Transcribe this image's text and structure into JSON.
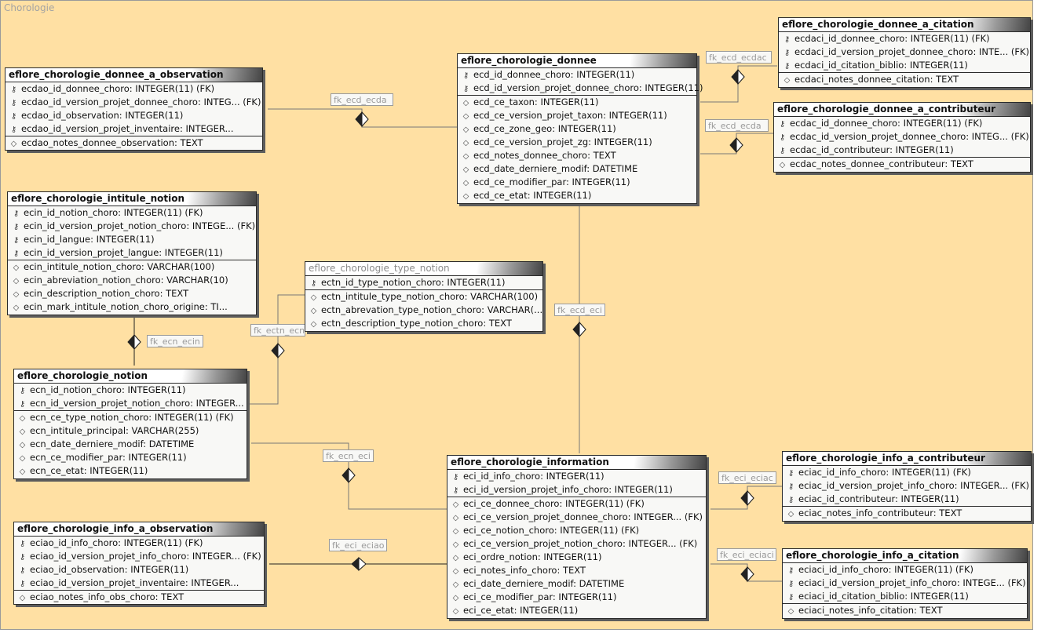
{
  "diagram": {
    "title": "Chorologie",
    "tables": [
      {
        "id": "eflore_chorologie_donnee",
        "name": "eflore_chorologie_donnee",
        "columns": [
          {
            "key": true,
            "text": "ecd_id_donnee_choro: INTEGER(11)"
          },
          {
            "key": true,
            "text": "ecd_id_version_projet_donnee_choro: INTEGER(11)"
          },
          {
            "key": false,
            "text": "ecd_ce_taxon: INTEGER(11)"
          },
          {
            "key": false,
            "text": "ecd_ce_version_projet_taxon: INTEGER(11)"
          },
          {
            "key": false,
            "text": "ecd_ce_zone_geo: INTEGER(11)"
          },
          {
            "key": false,
            "text": "ecd_ce_version_projet_zg: INTEGER(11)"
          },
          {
            "key": false,
            "text": "ecd_notes_donnee_choro: TEXT"
          },
          {
            "key": false,
            "text": "ecd_date_derniere_modif: DATETIME"
          },
          {
            "key": false,
            "text": "ecd_ce_modifier_par: INTEGER(11)"
          },
          {
            "key": false,
            "text": "ecd_ce_etat: INTEGER(11)"
          }
        ]
      },
      {
        "id": "eflore_chorologie_donnee_a_observation",
        "name": "eflore_chorologie_donnee_a_observation",
        "columns": [
          {
            "key": true,
            "text": "ecdao_id_donnee_choro: INTEGER(11) (FK)"
          },
          {
            "key": true,
            "text": "ecdao_id_version_projet_donnee_choro: INTEG... (FK)"
          },
          {
            "key": true,
            "text": "ecdao_id_observation: INTEGER(11)"
          },
          {
            "key": true,
            "text": "ecdao_id_version_projet_inventaire: INTEGER..."
          },
          {
            "key": false,
            "text": "ecdao_notes_donnee_observation: TEXT"
          }
        ]
      },
      {
        "id": "eflore_chorologie_donnee_a_citation",
        "name": "eflore_chorologie_donnee_a_citation",
        "columns": [
          {
            "key": true,
            "text": "ecdaci_id_donnee_choro: INTEGER(11) (FK)"
          },
          {
            "key": true,
            "text": "ecdaci_id_version_projet_donnee_choro: INTE... (FK)"
          },
          {
            "key": true,
            "text": "ecdaci_id_citation_biblio: INTEGER(11)"
          },
          {
            "key": false,
            "text": "ecdaci_notes_donnee_citation: TEXT"
          }
        ]
      },
      {
        "id": "eflore_chorologie_donnee_a_contributeur",
        "name": "eflore_chorologie_donnee_a_contributeur",
        "columns": [
          {
            "key": true,
            "text": "ecdac_id_donnee_choro: INTEGER(11) (FK)"
          },
          {
            "key": true,
            "text": "ecdac_id_version_projet_donnee_choro: INTEG... (FK)"
          },
          {
            "key": true,
            "text": "ecdac_id_contributeur: INTEGER(11)"
          },
          {
            "key": false,
            "text": "ecdac_notes_donnee_contributeur: TEXT"
          }
        ]
      },
      {
        "id": "eflore_chorologie_intitule_notion",
        "name": "eflore_chorologie_intitule_notion",
        "columns": [
          {
            "key": true,
            "text": "ecin_id_notion_choro: INTEGER(11) (FK)"
          },
          {
            "key": true,
            "text": "ecin_id_version_projet_notion_choro: INTEGE... (FK)"
          },
          {
            "key": true,
            "text": "ecin_id_langue: INTEGER(11)"
          },
          {
            "key": true,
            "text": "ecin_id_version_projet_langue: INTEGER(11)"
          },
          {
            "key": false,
            "text": "ecin_intitule_notion_choro: VARCHAR(100)"
          },
          {
            "key": false,
            "text": "ecin_abreviation_notion_choro: VARCHAR(10)"
          },
          {
            "key": false,
            "text": "ecin_description_notion_choro: TEXT"
          },
          {
            "key": false,
            "text": "ecin_mark_intitule_notion_choro_origine: TI..."
          }
        ]
      },
      {
        "id": "eflore_chorologie_type_notion",
        "name": "eflore_chorologie_type_notion",
        "columns": [
          {
            "key": true,
            "text": "ectn_id_type_notion_choro: INTEGER(11)"
          },
          {
            "key": false,
            "text": "ectn_intitule_type_notion_choro: VARCHAR(100)"
          },
          {
            "key": false,
            "text": "ectn_abrevation_type_notion_choro: VARCHAR(..."
          },
          {
            "key": false,
            "text": "ectn_description_type_notion_choro: TEXT"
          }
        ]
      },
      {
        "id": "eflore_chorologie_notion",
        "name": "eflore_chorologie_notion",
        "columns": [
          {
            "key": true,
            "text": "ecn_id_notion_choro: INTEGER(11)"
          },
          {
            "key": true,
            "text": "ecn_id_version_projet_notion_choro: INTEGER..."
          },
          {
            "key": false,
            "text": "ecn_ce_type_notion_choro: INTEGER(11) (FK)"
          },
          {
            "key": false,
            "text": "ecn_intitule_principal: VARCHAR(255)"
          },
          {
            "key": false,
            "text": "ecn_date_derniere_modif: DATETIME"
          },
          {
            "key": false,
            "text": "ecn_ce_modifier_par: INTEGER(11)"
          },
          {
            "key": false,
            "text": "ecn_ce_etat: INTEGER(11)"
          }
        ]
      },
      {
        "id": "eflore_chorologie_information",
        "name": "eflore_chorologie_information",
        "columns": [
          {
            "key": true,
            "text": "eci_id_info_choro: INTEGER(11)"
          },
          {
            "key": true,
            "text": "eci_id_version_projet_info_choro: INTEGER(11)"
          },
          {
            "key": false,
            "text": "eci_ce_donnee_choro: INTEGER(11) (FK)"
          },
          {
            "key": false,
            "text": "eci_ce_version_projet_donnee_choro: INTEGER... (FK)"
          },
          {
            "key": false,
            "text": "eci_ce_notion_choro: INTEGER(11) (FK)"
          },
          {
            "key": false,
            "text": "eci_ce_version_projet_notion_choro: INTEGER... (FK)"
          },
          {
            "key": false,
            "text": "eci_ordre_notion: INTEGER(11)"
          },
          {
            "key": false,
            "text": "eci_notes_info_choro: TEXT"
          },
          {
            "key": false,
            "text": "eci_date_derniere_modif: DATETIME"
          },
          {
            "key": false,
            "text": "eci_ce_modifier_par: INTEGER(11)"
          },
          {
            "key": false,
            "text": "eci_ce_etat: INTEGER(11)"
          }
        ]
      },
      {
        "id": "eflore_chorologie_info_a_contributeur",
        "name": "eflore_chorologie_info_a_contributeur",
        "columns": [
          {
            "key": true,
            "text": "eciac_id_info_choro: INTEGER(11) (FK)"
          },
          {
            "key": true,
            "text": "eciac_id_version_projet_info_choro: INTEGER... (FK)"
          },
          {
            "key": true,
            "text": "eciac_id_contributeur: INTEGER(11)"
          },
          {
            "key": false,
            "text": "eciac_notes_info_contributeur: TEXT"
          }
        ]
      },
      {
        "id": "eflore_chorologie_info_a_observation",
        "name": "eflore_chorologie_info_a_observation",
        "columns": [
          {
            "key": true,
            "text": "eciao_id_info_choro: INTEGER(11) (FK)"
          },
          {
            "key": true,
            "text": "eciao_id_version_projet_info_choro: INTEGER... (FK)"
          },
          {
            "key": true,
            "text": "eciao_id_observation: INTEGER(11)"
          },
          {
            "key": true,
            "text": "eciao_id_version_projet_inventaire: INTEGER..."
          },
          {
            "key": false,
            "text": "eciao_notes_info_obs_choro: TEXT"
          }
        ]
      },
      {
        "id": "eflore_chorologie_info_a_citation",
        "name": "eflore_chorologie_info_a_citation",
        "columns": [
          {
            "key": true,
            "text": "eciaci_id_info_choro: INTEGER(11) (FK)"
          },
          {
            "key": true,
            "text": "eciaci_id_version_projet_info_choro: INTEGE... (FK)"
          },
          {
            "key": true,
            "text": "eciaci_id_citation_biblio: INTEGER(11)"
          },
          {
            "key": false,
            "text": "eciaci_notes_info_citation: TEXT"
          }
        ]
      }
    ],
    "relations": [
      {
        "id": "r1",
        "label": "fk_ecd_ecda"
      },
      {
        "id": "r2",
        "label": "fk_ecd_ecdac"
      },
      {
        "id": "r3",
        "label": "fk_ecd_ecda"
      },
      {
        "id": "r4",
        "label": "fk_ecn_ecin"
      },
      {
        "id": "r5",
        "label": "fk_ectn_ecn"
      },
      {
        "id": "r6",
        "label": "fk_ecd_eci"
      },
      {
        "id": "r7",
        "label": "fk_ecn_eci"
      },
      {
        "id": "r8",
        "label": "fk_eci_eciac"
      },
      {
        "id": "r9",
        "label": "fk_eci_eciao"
      },
      {
        "id": "r10",
        "label": "fk_eci_eciaci"
      }
    ]
  }
}
